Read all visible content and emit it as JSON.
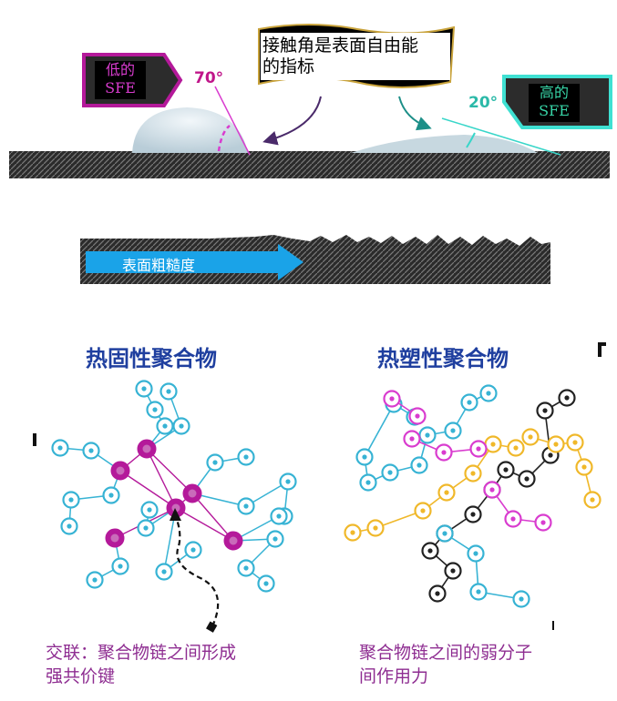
{
  "callout": {
    "line1": "接触角是表面自由能",
    "line2": "的指标"
  },
  "low_sfe": {
    "line1": "低的",
    "line2": "SFE"
  },
  "high_sfe": {
    "line1": "高的",
    "line2": "SFE"
  },
  "angles": {
    "low": "70°",
    "high": "20°"
  },
  "roughness": {
    "label": "表面粗糙度"
  },
  "thermoset": {
    "title": "热固性聚合物",
    "caption_line1": "交联：聚合物链之间形成",
    "caption_line2": "强共价键"
  },
  "thermoplastic": {
    "title": "热塑性聚合物",
    "caption_line1": "聚合物链之间的弱分子",
    "caption_line2": "间作用力"
  },
  "colors": {
    "cyan": "#37b3d4",
    "magenta": "#b4199a",
    "pink": "#d93ccf",
    "yellow": "#f0b82a",
    "black": "#222222",
    "heading": "#1f3f9f",
    "caption": "#8e2d91",
    "arrow_blue": "#1aa3e8"
  }
}
